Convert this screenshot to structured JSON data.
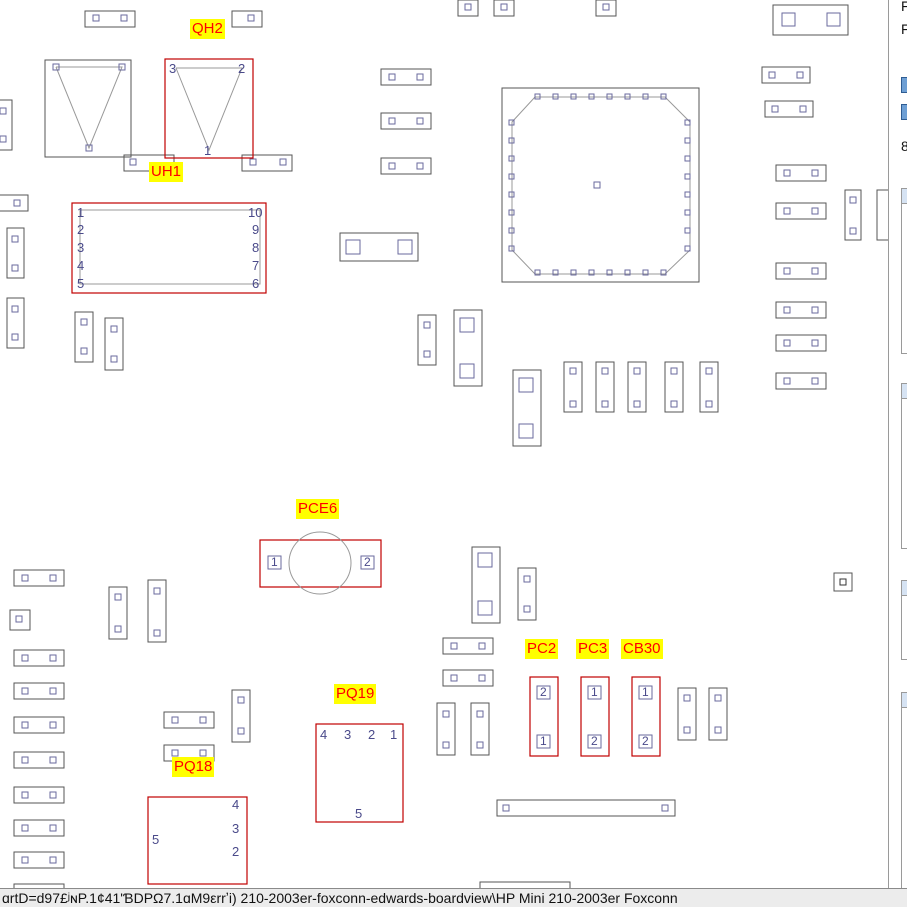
{
  "labels": {
    "qh2": "QH2",
    "uh1": "UH1",
    "pce6": "PCE6",
    "pc2": "PC2",
    "pc3": "PC3",
    "cb30": "CB30",
    "pq19": "PQ19",
    "pq18": "PQ18"
  },
  "pins": {
    "qh2": [
      "3",
      "2",
      "1"
    ],
    "uh1_left": [
      "1",
      "2",
      "3",
      "4",
      "5"
    ],
    "uh1_right": [
      "10",
      "9",
      "8",
      "7",
      "6"
    ],
    "pce6": [
      "1",
      "2"
    ],
    "pc2": [
      "2",
      "1"
    ],
    "pc3": [
      "1",
      "2"
    ],
    "cb30": [
      "1",
      "2"
    ],
    "pq19_top": [
      "4",
      "3",
      "2",
      "1"
    ],
    "pq19_bottom": "5",
    "pq18_right": [
      "4",
      "3",
      "2"
    ],
    "pq18_left": "5"
  },
  "sidebar": {
    "line1": "F",
    "line2": "F",
    "line3": "8"
  },
  "status": {
    "text": "ɑrtD=d97£ʲɴP.1¢41ʹƁDΡΩ7.1ɑΜ9εrrʼi) 210-2003er-foxconn-edwards-boardview\\HP Mini 210-2003er Foxconn"
  },
  "colors": {
    "highlight_label_bg": "#ffff00",
    "highlight_label_text": "#ff0000",
    "selected_outline": "#c00000",
    "part_outline": "#555555",
    "pad": "#6a6a9e"
  }
}
